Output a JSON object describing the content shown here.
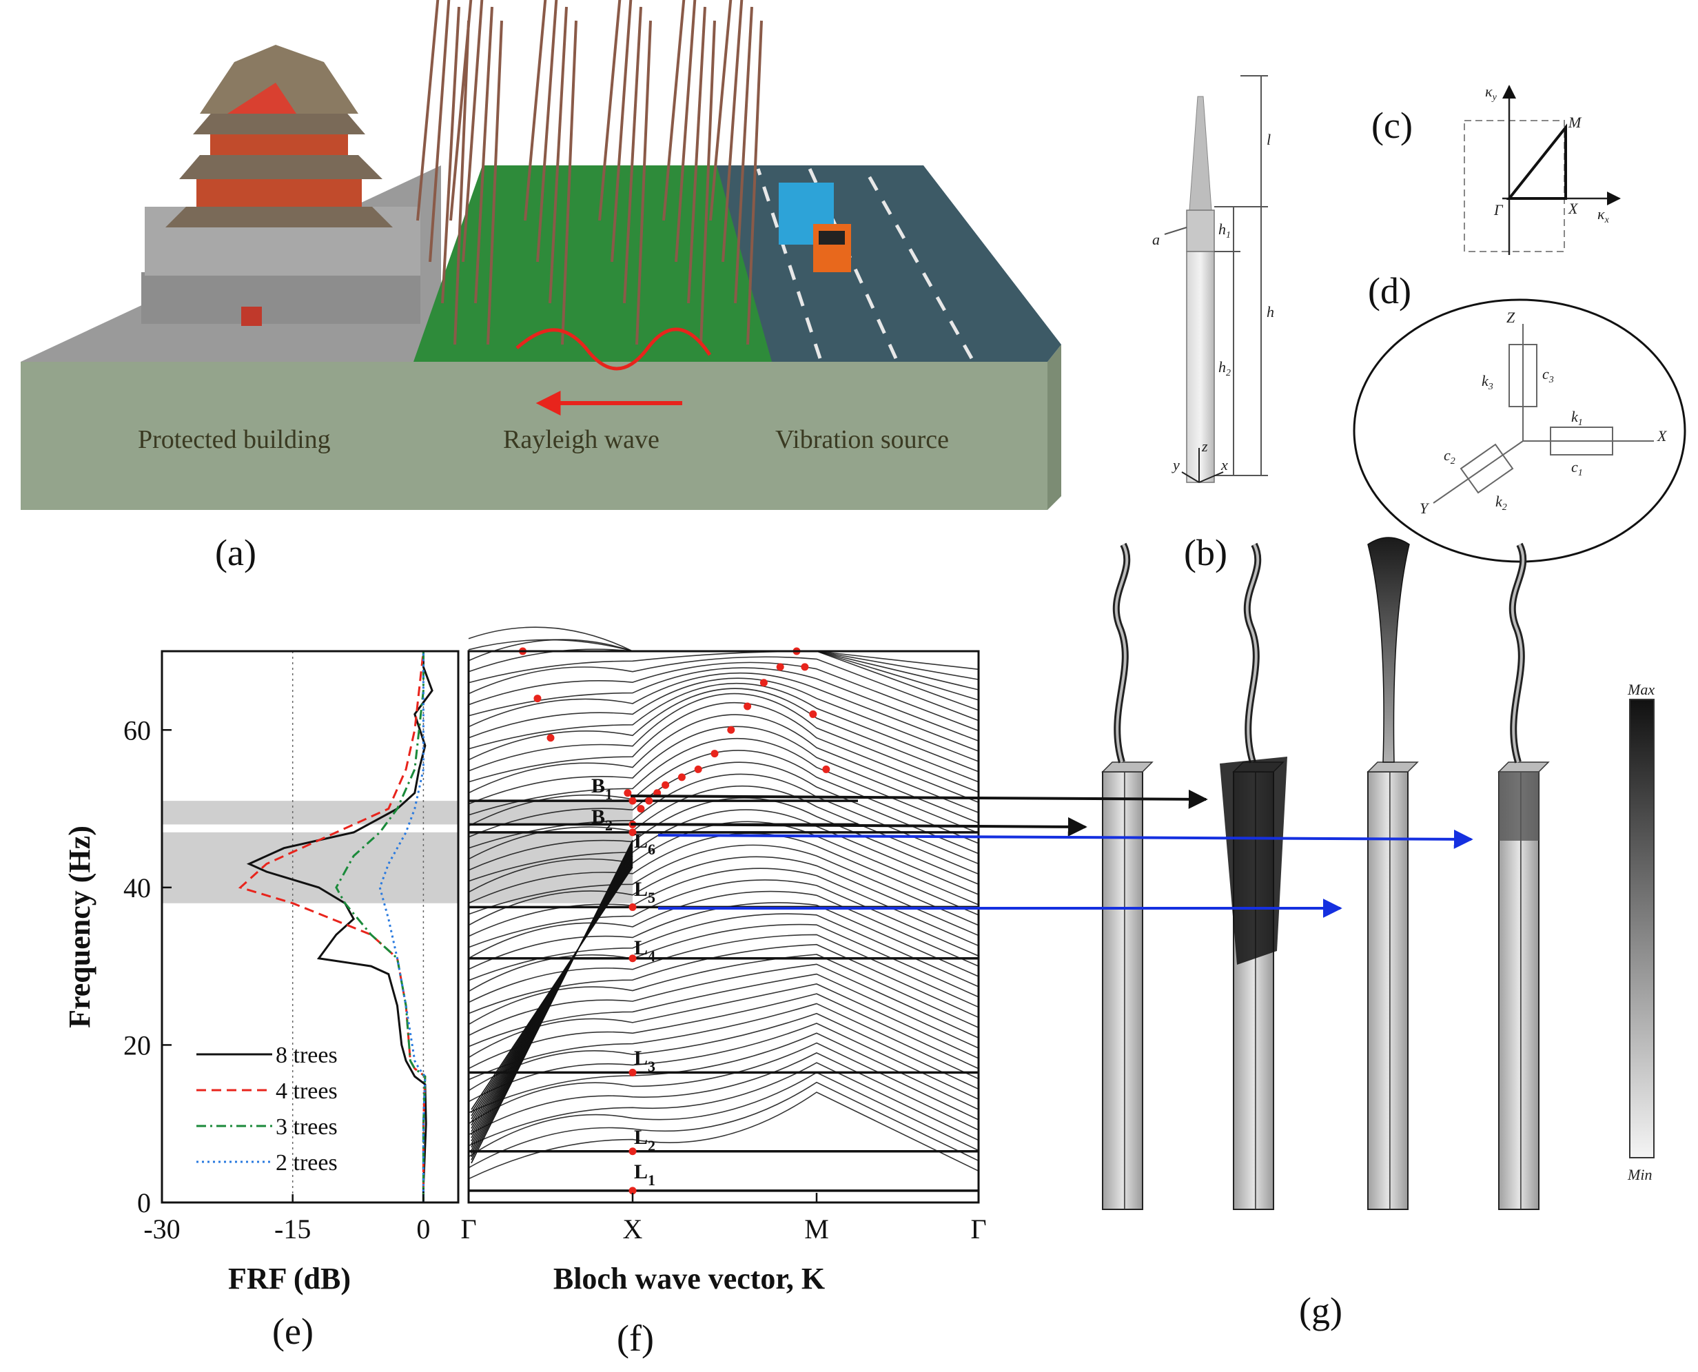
{
  "panel_a": {
    "label": "(a)",
    "left_caption": "Protected building",
    "center_caption": "Rayleigh wave",
    "right_caption": "Vibration source"
  },
  "panel_b": {
    "label": "(b)",
    "dims": {
      "l": "l",
      "h1": "h",
      "h1_sub": "1",
      "h": "h",
      "h2": "h",
      "h2_sub": "2",
      "a": "a",
      "x": "x",
      "y": "y",
      "z": "z"
    }
  },
  "panel_c": {
    "label": "(c)",
    "ky": "κ",
    "ky_sub": "y",
    "kx": "κ",
    "kx_sub": "x",
    "pt_gamma": "Γ",
    "pt_x": "X",
    "pt_m": "M"
  },
  "panel_d": {
    "label": "(d)",
    "z": "Z",
    "x": "X",
    "y": "Y",
    "k3": "k",
    "k3_sub": "3",
    "c3": "c",
    "c3_sub": "3",
    "k1": "k",
    "k1_sub": "1",
    "c1": "c",
    "c1_sub": "1",
    "k2": "k",
    "k2_sub": "2",
    "c2": "c",
    "c2_sub": "2"
  },
  "panel_e": {
    "label": "(e)",
    "xlabel": "FRF (dB)",
    "ylabel": "Frequency (Hz)",
    "xticks": [
      "-30",
      "-15",
      "0"
    ],
    "yticks": [
      "0",
      "20",
      "40",
      "60"
    ],
    "legend": [
      "8 trees",
      "4 trees",
      "3 trees",
      "2 trees"
    ]
  },
  "panel_f": {
    "label": "(f)",
    "xlabel": "Bloch wave vector, ",
    "xlabel_bold": "K",
    "xticks": [
      "Γ",
      "X",
      "M",
      "Γ"
    ],
    "band_labels": [
      {
        "main": "L",
        "sub": "1"
      },
      {
        "main": "L",
        "sub": "2"
      },
      {
        "main": "L",
        "sub": "3"
      },
      {
        "main": "L",
        "sub": "4"
      },
      {
        "main": "L",
        "sub": "5"
      },
      {
        "main": "L",
        "sub": "6"
      },
      {
        "main": "B",
        "sub": "1"
      },
      {
        "main": "B",
        "sub": "2"
      }
    ]
  },
  "panel_g": {
    "label": "(g)",
    "scale_max": "Max",
    "scale_min": "Min"
  },
  "colors": {
    "grass": "#2e8b3a",
    "road": "#3d5a66",
    "soil": "#94a48c",
    "wave": "#e8241c",
    "arrow_black": "#111111",
    "arrow_blue": "#1530e0",
    "legend_8": "#111111",
    "legend_4": "#e8241c",
    "legend_3": "#1a8a3a",
    "legend_2": "#2a7adf"
  },
  "chart_data": [
    {
      "type": "line",
      "panel": "(e)",
      "xlabel": "FRF (dB)",
      "ylabel": "Frequency (Hz)",
      "xlim": [
        -30,
        4
      ],
      "ylim": [
        0,
        70
      ],
      "grid": "vertical dotted at -15 and 0",
      "legend_position": "bottom-left",
      "shaded_bands_hz": [
        [
          38,
          47
        ],
        [
          48,
          51
        ]
      ],
      "series": [
        {
          "name": "8 trees",
          "style": "solid",
          "x": [
            0,
            0,
            0.3,
            0.2,
            -1,
            -2,
            -2.5,
            -3,
            -4,
            -6,
            -12,
            -10,
            -8,
            -9,
            -12,
            -18,
            -20,
            -16,
            -8,
            -3,
            -1,
            -0.5,
            0.2,
            -1,
            1,
            0,
            0,
            0,
            0,
            0
          ],
          "y": [
            0,
            2,
            10,
            15,
            16,
            18,
            20,
            25,
            29,
            30,
            31,
            34,
            36,
            38,
            40,
            42,
            43,
            45,
            47,
            50,
            52,
            55,
            58,
            62,
            65,
            68,
            70,
            1,
            1,
            1
          ]
        },
        {
          "name": "4 trees",
          "style": "dashed",
          "x": [
            0,
            0,
            0.2,
            -1,
            -1.5,
            -2,
            -3,
            -6,
            -15,
            -21,
            -18,
            -10,
            -4,
            -2,
            -1,
            -0.5,
            0,
            0
          ],
          "y": [
            0,
            10,
            16,
            17,
            18,
            25,
            31,
            34,
            38,
            40,
            43,
            47,
            50,
            55,
            60,
            65,
            70,
            70
          ]
        },
        {
          "name": "3 trees",
          "style": "dashdot",
          "x": [
            0,
            0,
            0.2,
            -1,
            -1.5,
            -2,
            -3,
            -6,
            -9,
            -10,
            -8,
            -5,
            -3,
            -1,
            -0.5,
            0,
            0,
            0
          ],
          "y": [
            0,
            10,
            16,
            17,
            18,
            25,
            31,
            34,
            38,
            40,
            44,
            47,
            50,
            55,
            60,
            65,
            70,
            70
          ]
        },
        {
          "name": "2 trees",
          "style": "dotted",
          "x": [
            0,
            0,
            0.2,
            -0.5,
            -1,
            -2,
            -3,
            -4,
            -5,
            -4,
            -2,
            -1,
            0,
            0,
            0,
            0,
            0,
            0
          ],
          "y": [
            0,
            10,
            16,
            17,
            18,
            25,
            31,
            36,
            40,
            43,
            47,
            50,
            55,
            60,
            65,
            70,
            70,
            70
          ]
        }
      ]
    },
    {
      "type": "line",
      "panel": "(f)",
      "xlabel": "Bloch wave vector, K",
      "ylabel": "Frequency (Hz)",
      "x_categories": [
        "Γ",
        "X",
        "M",
        "Γ"
      ],
      "ylim": [
        0,
        70
      ],
      "flat_bands_hz": [
        {
          "label": "L1",
          "f": 1.5
        },
        {
          "label": "L2",
          "f": 6.5
        },
        {
          "label": "L3",
          "f": 16.5
        },
        {
          "label": "L4",
          "f": 31
        },
        {
          "label": "L5",
          "f": 37.5
        },
        {
          "label": "L6",
          "f": 47
        },
        {
          "label": "B2",
          "f": 48
        },
        {
          "label": "B1",
          "f": 51
        }
      ],
      "shaded_bands_hz": [
        [
          38,
          47
        ],
        [
          48,
          51
        ]
      ]
    }
  ]
}
